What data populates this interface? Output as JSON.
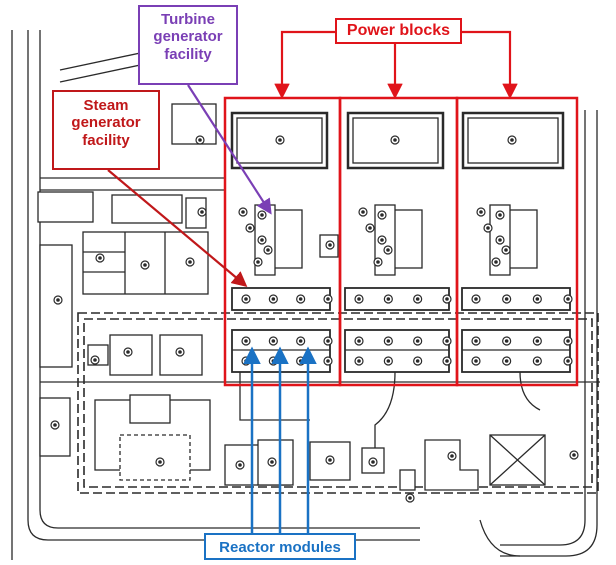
{
  "labels": {
    "turbine_line1": "Turbine",
    "turbine_line2": "generator",
    "turbine_line3": "facility",
    "steam_line1": "Steam",
    "steam_line2": "generator",
    "steam_line3": "facility",
    "power_blocks": "Power blocks",
    "reactor_modules": "Reactor modules"
  },
  "colors": {
    "turbine": "#7a3fb5",
    "steam": "#c0181a",
    "power": "#e0141a",
    "reactor": "#1a72c4",
    "ink": "#2a2a2a"
  },
  "power_block_count": 3
}
